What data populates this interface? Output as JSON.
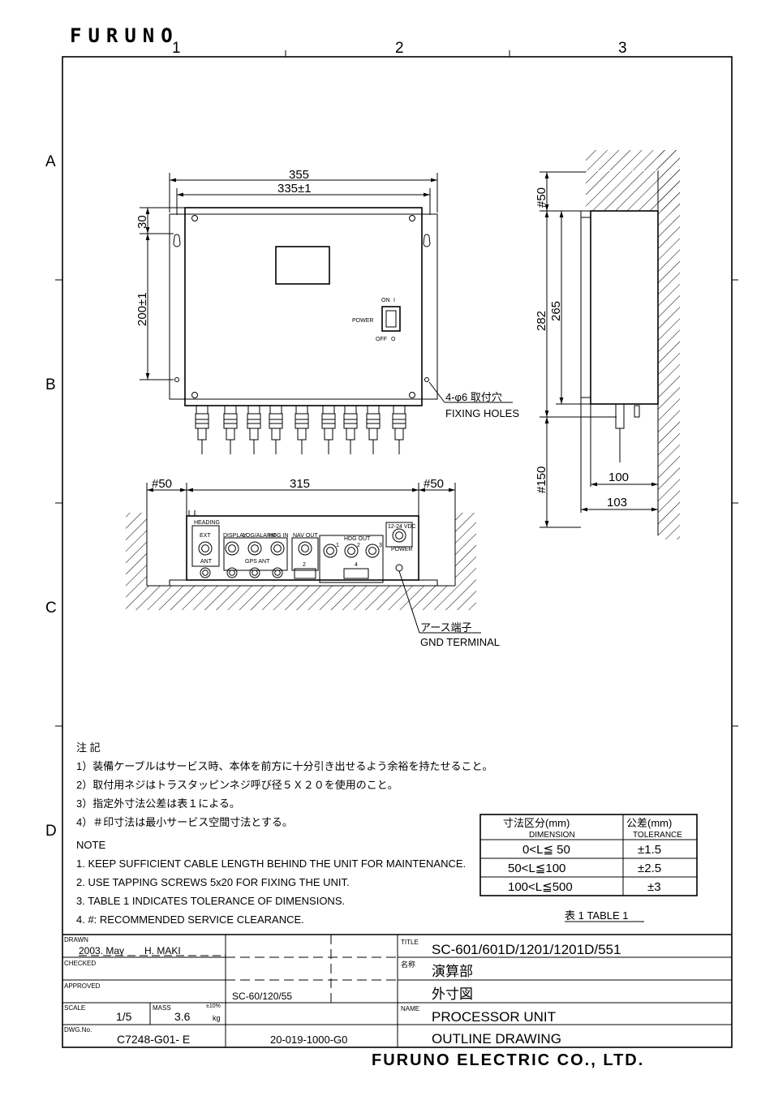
{
  "brand": {
    "logo_text": "FURUNO",
    "footer_company": "FURUNO ELECTRIC CO., LTD."
  },
  "grid": {
    "cols": [
      "1",
      "2",
      "3"
    ],
    "rows": [
      "A",
      "B",
      "C",
      "D"
    ]
  },
  "front_view": {
    "dim_overall": "355",
    "dim_hole_span": "335±1",
    "dim_top": "30",
    "dim_vertical": "200±1",
    "power_label": "POWER",
    "switch_on": "ON",
    "switch_on_mark": "I",
    "switch_off": "OFF",
    "switch_off_mark": "O",
    "fixing_holes_jp": "4-φ6  取付穴",
    "fixing_holes_en": "FIXING HOLES"
  },
  "side_view": {
    "dim_top_clearance": "#50",
    "dim_282": "282",
    "dim_265": "265",
    "dim_bottom_clearance": "#150",
    "dim_100": "100",
    "dim_103": "103"
  },
  "bottom_view": {
    "dim_left": "#50",
    "dim_315": "315",
    "dim_right": "#50",
    "label_heading": "HEADING",
    "label_ext": "EXT",
    "label_ant": "ANT",
    "label_display": "DISPLAY",
    "label_log": "LOG/ALARM",
    "label_hdg_in": "HDG IN",
    "label_gps_ant": "GPS ANT",
    "label_nav_out": "NAV OUT",
    "label_hdg_out": "HDG OUT",
    "label_power": "12-24 VDC",
    "label_fuse": "POWER",
    "n1": "1",
    "n2": "2",
    "n3": "3",
    "n4": "4",
    "gnd_jp": "アース端子",
    "gnd_en": "GND TERMINAL"
  },
  "notes": {
    "jp_title": "注  記",
    "jp": [
      "1）装備ケーブルはサービス時、本体を前方に十分引き出せるよう余裕を持たせること。",
      "2）取付用ネジはトラスタッピンネジ呼び径５Ｘ２０を使用のこと。",
      "3）指定外寸法公差は表１による。",
      "4）＃印寸法は最小サービス空間寸法とする。"
    ],
    "en_title": "NOTE",
    "en": [
      "1. KEEP SUFFICIENT CABLE LENGTH BEHIND THE UNIT FOR MAINTENANCE.",
      "2. USE TAPPING SCREWS 5x20 FOR FIXING THE UNIT.",
      "3. TABLE 1 INDICATES TOLERANCE OF DIMENSIONS.",
      "4. #: RECOMMENDED SERVICE CLEARANCE."
    ]
  },
  "tolerance_table": {
    "head_dim_jp": "寸法区分(mm)",
    "head_dim_en": "DIMENSION",
    "head_tol_jp": "公差(mm)",
    "head_tol_en": "TOLERANCE",
    "rows": [
      {
        "range": "0<L≦ 50",
        "tol": "±1.5"
      },
      {
        "range": "50<L≦100",
        "tol": "±2.5"
      },
      {
        "range": "100<L≦500",
        "tol": "±3"
      }
    ],
    "caption": "表 1  TABLE 1"
  },
  "title_block": {
    "drawn_label": "DRAWN",
    "drawn_date": "2003. May",
    "drawn_name": "H. MAKI",
    "checked_label": "CHECKED",
    "approved_label": "APPROVED",
    "scale_label": "SCALE",
    "scale_value": "1/5",
    "mass_label": "MASS",
    "mass_value": "3.6",
    "mass_tol": "±10%",
    "mass_unit": "kg",
    "dwg_label": "DWG.No.",
    "dwg_value": "C7248-G01- E",
    "ref_model": "SC-60/120/55",
    "ref_number": "20-019-1000-G0",
    "title_label": "TITLE",
    "title_value": "SC-601/601D/1201/1201D/551",
    "name_jp_label": "名称",
    "name_jp": "演算部",
    "name_jp_sub": "外寸図",
    "name_label": "NAME",
    "name_en": "PROCESSOR UNIT",
    "name_en_sub": "OUTLINE DRAWING"
  }
}
